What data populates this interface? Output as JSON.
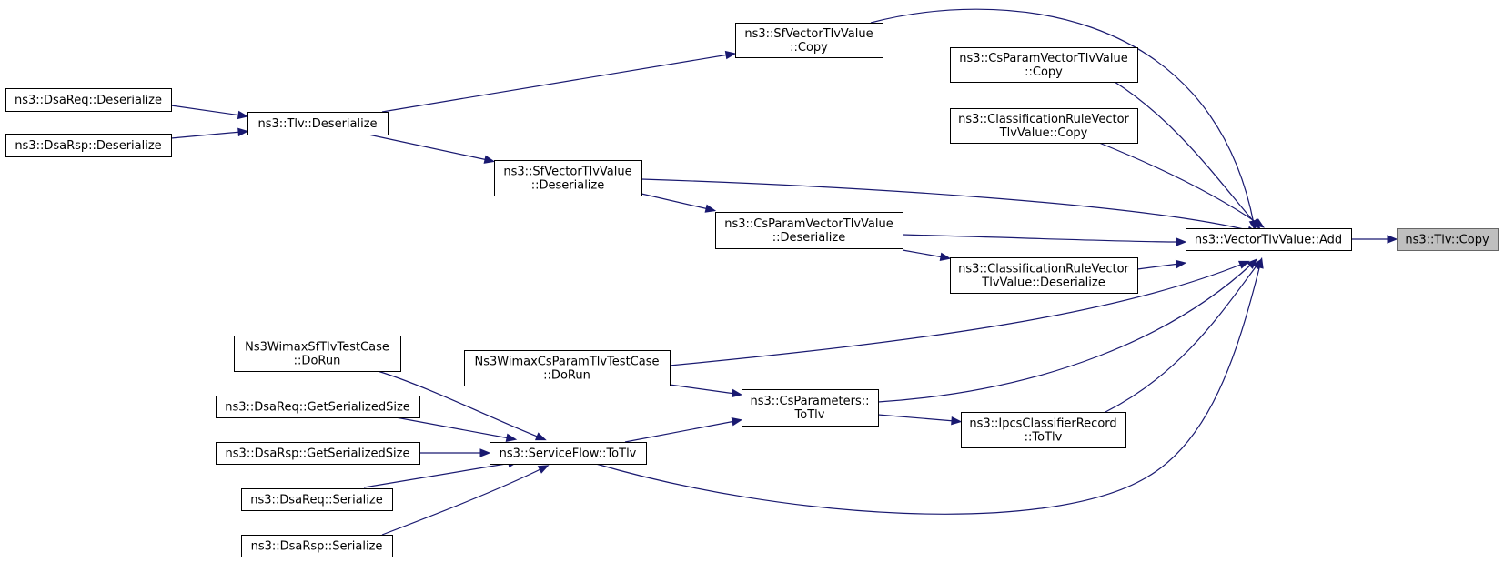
{
  "colors": {
    "edge": "#191970",
    "node_border": "#000000",
    "root_fill": "#bfbfbf",
    "root_border": "#666666"
  },
  "nodes": [
    {
      "id": "tlv_copy",
      "lines": [
        "ns3::Tlv::Copy"
      ],
      "root": true
    },
    {
      "id": "vec_add",
      "lines": [
        "ns3::VectorTlvValue::Add"
      ]
    },
    {
      "id": "sf_copy",
      "lines": [
        "ns3::SfVectorTlvValue",
        "::Copy"
      ]
    },
    {
      "id": "cs_copy",
      "lines": [
        "ns3::CsParamVectorTlvValue",
        "::Copy"
      ]
    },
    {
      "id": "cr_copy",
      "lines": [
        "ns3::ClassificationRuleVector",
        "TlvValue::Copy"
      ]
    },
    {
      "id": "sf_deser",
      "lines": [
        "ns3::SfVectorTlvValue",
        "::Deserialize"
      ]
    },
    {
      "id": "cs_deser",
      "lines": [
        "ns3::CsParamVectorTlvValue",
        "::Deserialize"
      ]
    },
    {
      "id": "cr_deser",
      "lines": [
        "ns3::ClassificationRuleVector",
        "TlvValue::Deserialize"
      ]
    },
    {
      "id": "tlv_deser",
      "lines": [
        "ns3::Tlv::Deserialize"
      ]
    },
    {
      "id": "dsareq_deser",
      "lines": [
        "ns3::DsaReq::Deserialize"
      ]
    },
    {
      "id": "dsarsp_deser",
      "lines": [
        "ns3::DsaRsp::Deserialize"
      ]
    },
    {
      "id": "cstest",
      "lines": [
        "Ns3WimaxCsParamTlvTestCase",
        "::DoRun"
      ]
    },
    {
      "id": "csparams",
      "lines": [
        "ns3::CsParameters::",
        "ToTlv"
      ]
    },
    {
      "id": "ipcs",
      "lines": [
        "ns3::IpcsClassifierRecord",
        "::ToTlv"
      ]
    },
    {
      "id": "sftest",
      "lines": [
        "Ns3WimaxSfTlvTestCase",
        "::DoRun"
      ]
    },
    {
      "id": "dsareq_gss",
      "lines": [
        "ns3::DsaReq::GetSerializedSize"
      ]
    },
    {
      "id": "dsarsp_gss",
      "lines": [
        "ns3::DsaRsp::GetSerializedSize"
      ]
    },
    {
      "id": "dsareq_ser",
      "lines": [
        "ns3::DsaReq::Serialize"
      ]
    },
    {
      "id": "dsarsp_ser",
      "lines": [
        "ns3::DsaRsp::Serialize"
      ]
    },
    {
      "id": "sflow",
      "lines": [
        "ns3::ServiceFlow::ToTlv"
      ]
    }
  ],
  "edges": [
    {
      "from": "vec_add",
      "to": "tlv_copy"
    },
    {
      "from": "sf_copy",
      "to": "vec_add"
    },
    {
      "from": "cs_copy",
      "to": "vec_add"
    },
    {
      "from": "cr_copy",
      "to": "vec_add"
    },
    {
      "from": "sf_deser",
      "to": "vec_add"
    },
    {
      "from": "cs_deser",
      "to": "vec_add"
    },
    {
      "from": "cr_deser",
      "to": "vec_add"
    },
    {
      "from": "cstest",
      "to": "vec_add"
    },
    {
      "from": "csparams",
      "to": "vec_add"
    },
    {
      "from": "ipcs",
      "to": "vec_add"
    },
    {
      "from": "sflow",
      "to": "vec_add"
    },
    {
      "from": "tlv_deser",
      "to": "sf_copy"
    },
    {
      "from": "tlv_deser",
      "to": "sf_deser"
    },
    {
      "from": "dsareq_deser",
      "to": "tlv_deser"
    },
    {
      "from": "dsarsp_deser",
      "to": "tlv_deser"
    },
    {
      "from": "sf_deser",
      "to": "cs_deser"
    },
    {
      "from": "cs_deser",
      "to": "cr_deser"
    },
    {
      "from": "cstest",
      "to": "csparams"
    },
    {
      "from": "csparams",
      "to": "ipcs"
    },
    {
      "from": "sflow",
      "to": "csparams"
    },
    {
      "from": "sftest",
      "to": "sflow"
    },
    {
      "from": "dsareq_gss",
      "to": "sflow"
    },
    {
      "from": "dsarsp_gss",
      "to": "sflow"
    },
    {
      "from": "dsareq_ser",
      "to": "sflow"
    },
    {
      "from": "dsarsp_ser",
      "to": "sflow"
    }
  ]
}
